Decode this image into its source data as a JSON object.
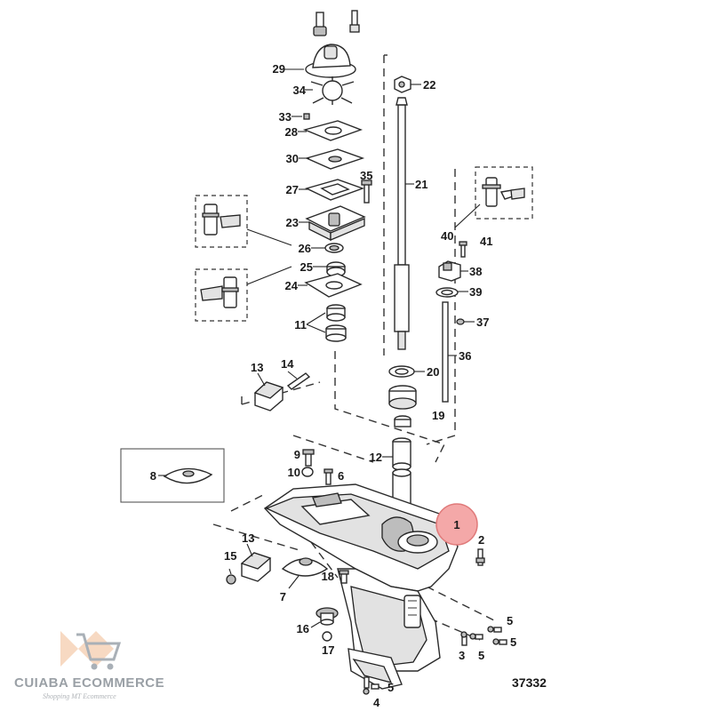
{
  "figure_number": "37332",
  "watermark": {
    "brand": "CUIABA ECOMMERCE",
    "tagline": "Shopping MT Ecommerce",
    "icon": "shopping-cart-icon"
  },
  "highlight": {
    "label": "1",
    "color": "#f4a8a8",
    "border_color": "#e07a7a"
  },
  "callouts": {
    "c29": "29",
    "c34": "34",
    "c33": "33",
    "c28": "28",
    "c30": "30",
    "c35": "35",
    "c27": "27",
    "c23": "23",
    "c26": "26",
    "c25": "25",
    "c24": "24",
    "c11": "11",
    "c22": "22",
    "c21": "21",
    "c20": "20",
    "c19": "19",
    "c12": "12",
    "c40": "40",
    "c41": "41",
    "c38": "38",
    "c39": "39",
    "c37": "37",
    "c36": "36",
    "c13a": "13",
    "c14": "14",
    "c8": "8",
    "c9": "9",
    "c10": "10",
    "c6": "6",
    "c2": "2",
    "c13b": "13",
    "c15": "15",
    "c7": "7",
    "c18": "18",
    "c16": "16",
    "c17": "17",
    "c5a": "5",
    "c5b": "5",
    "c3": "3",
    "c5c": "5",
    "c4": "4",
    "c5d": "5"
  }
}
